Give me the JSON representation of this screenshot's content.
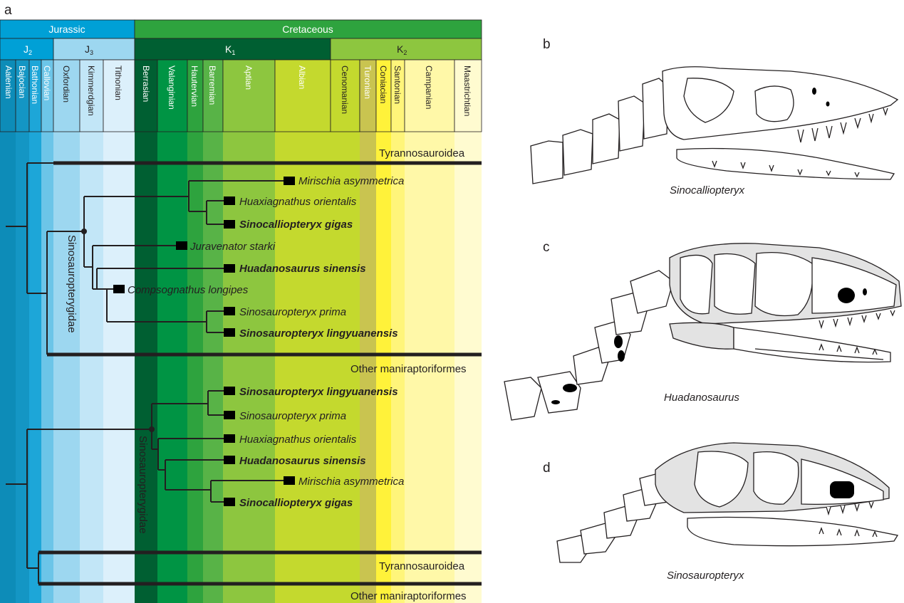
{
  "panels": {
    "a": "a",
    "b": "b",
    "c": "c",
    "d": "d"
  },
  "periods": {
    "jurassic": "Jurassic",
    "cretaceous": "Cretaceous"
  },
  "epochs": {
    "j2": "J",
    "j2_sub": "2",
    "j3": "J",
    "j3_sub": "3",
    "k1": "K",
    "k1_sub": "1",
    "k2": "K",
    "k2_sub": "2"
  },
  "stages": [
    "Aalenian",
    "Bajocian",
    "Bathonian",
    "Callovian",
    "Oxfordian",
    "Kimmerdgian",
    "Tithonian",
    "Berrasian",
    "Valanginian",
    "Hautervian",
    "Barremian",
    "Aptian",
    "Albian",
    "Cenomanian",
    "Turonian",
    "Coniacian",
    "Santonian",
    "Campanian",
    "Maastrichtian"
  ],
  "tree_top": {
    "outgroup_upper": "Tyrannosauroidea",
    "outgroup_lower": "Other maniraptoriformes",
    "clade": "Sinosauropterygidae",
    "taxa": [
      {
        "name": "Mirischia asymmetrica",
        "bold": false
      },
      {
        "name": "Huaxiagnathus orientalis",
        "bold": false
      },
      {
        "name": "Sinocalliopteryx gigas",
        "bold": true
      },
      {
        "name": "Juravenator starki",
        "bold": false
      },
      {
        "name": "Huadanosaurus sinensis",
        "bold": true
      },
      {
        "name": "Compsognathus longipes",
        "bold": false
      },
      {
        "name": "Sinosauropteryx prima",
        "bold": false
      },
      {
        "name": "Sinosauropteryx lingyuanensis",
        "bold": true
      }
    ]
  },
  "tree_bottom": {
    "outgroup_upper": "Tyrannosauroidea",
    "outgroup_lower": "Other maniraptoriformes",
    "clade": "Sinosauropterygidae",
    "taxa": [
      {
        "name": "Sinosauropteryx lingyuanensis",
        "bold": true
      },
      {
        "name": "Sinosauropteryx prima",
        "bold": false
      },
      {
        "name": "Huaxiagnathus orientalis",
        "bold": false
      },
      {
        "name": "Huadanosaurus sinensis",
        "bold": true
      },
      {
        "name": "Mirischia asymmetrica",
        "bold": false
      },
      {
        "name": "Sinocalliopteryx gigas",
        "bold": true
      }
    ]
  },
  "skulls": {
    "b": "Sinocalliopteryx",
    "c": "Huadanosaurus",
    "d": "Sinosauropteryx"
  },
  "colors": {
    "jurassic": "#00a0d6",
    "cretaceous": "#2ea33e",
    "k1": "#005f32",
    "k2": "#8dc63f"
  }
}
